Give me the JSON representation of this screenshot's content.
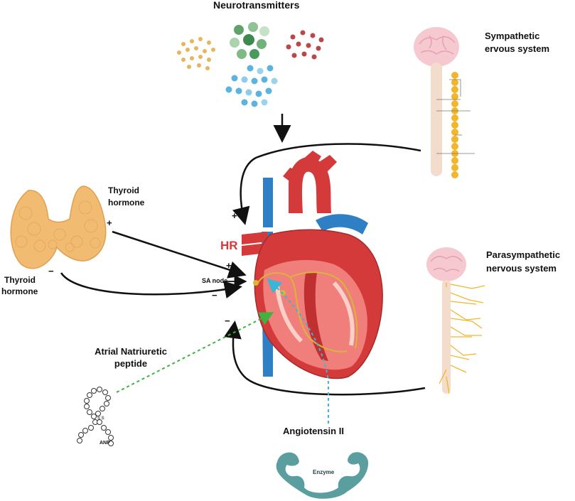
{
  "labels": {
    "neurotransmitters": "Neurotransmitters",
    "sympathetic_line1": "Sympathetic",
    "sympathetic_line2": "ervous system",
    "parasympathetic_line1": "Parasympathetic",
    "parasympathetic_line2": "nervous system",
    "thyroid_top_line1": "Thyroid",
    "thyroid_top_line2": "hormone",
    "thyroid_left_line1": "Thyroid",
    "thyroid_left_line2": "hormone",
    "hr": "HR",
    "sa_node": "SA node",
    "anp_line1": "Atrial Natriuretic",
    "anp_line2": "peptide",
    "anp_tag": "ANP",
    "ss_tag": "S S",
    "angiotensin": "Angiotensin II",
    "enzyme": "Enzyme"
  },
  "signs": {
    "thyroid_top": "+",
    "thyroid_left": "−",
    "sympathetic": "+",
    "hr_plus": "+",
    "hr_minus": "−",
    "parasympathetic": "−"
  },
  "colors": {
    "heart_red": "#d43a3a",
    "vein_blue": "#2f7fc4",
    "thyroid": "#f1bb72",
    "cord": "#f3d8c8",
    "nerve_yellow": "#f1b52c",
    "anp_arrow": "#3fb33f",
    "angio_arrow": "#38b6d6",
    "enzyme_teal": "#5a9ea0"
  }
}
